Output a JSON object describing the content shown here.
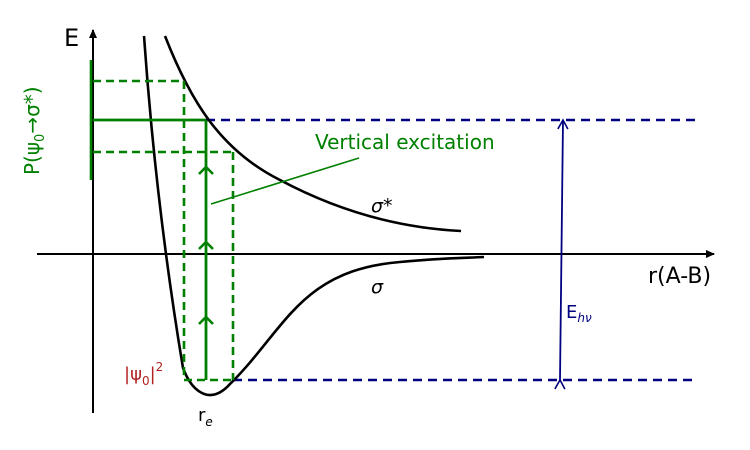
{
  "axes": {
    "y_label": "E",
    "x_label": "r(A-B)"
  },
  "curves": {
    "upper_label": "σ*",
    "lower_label": "σ"
  },
  "annotations": {
    "vertical_excitation": "Vertical excitation",
    "psi_base": "|ψ",
    "psi_sub": "0",
    "psi_sup": "2",
    "re_base": "r",
    "re_sub": "e",
    "e_hv_base": "E",
    "e_hv_sub": "hν",
    "prob_label": "P(ψ",
    "prob_sub": "0",
    "prob_end": "→σ*)"
  },
  "colors": {
    "curve": "#000000",
    "green": "#008000",
    "navy": "#000080",
    "red": "#b22222"
  }
}
